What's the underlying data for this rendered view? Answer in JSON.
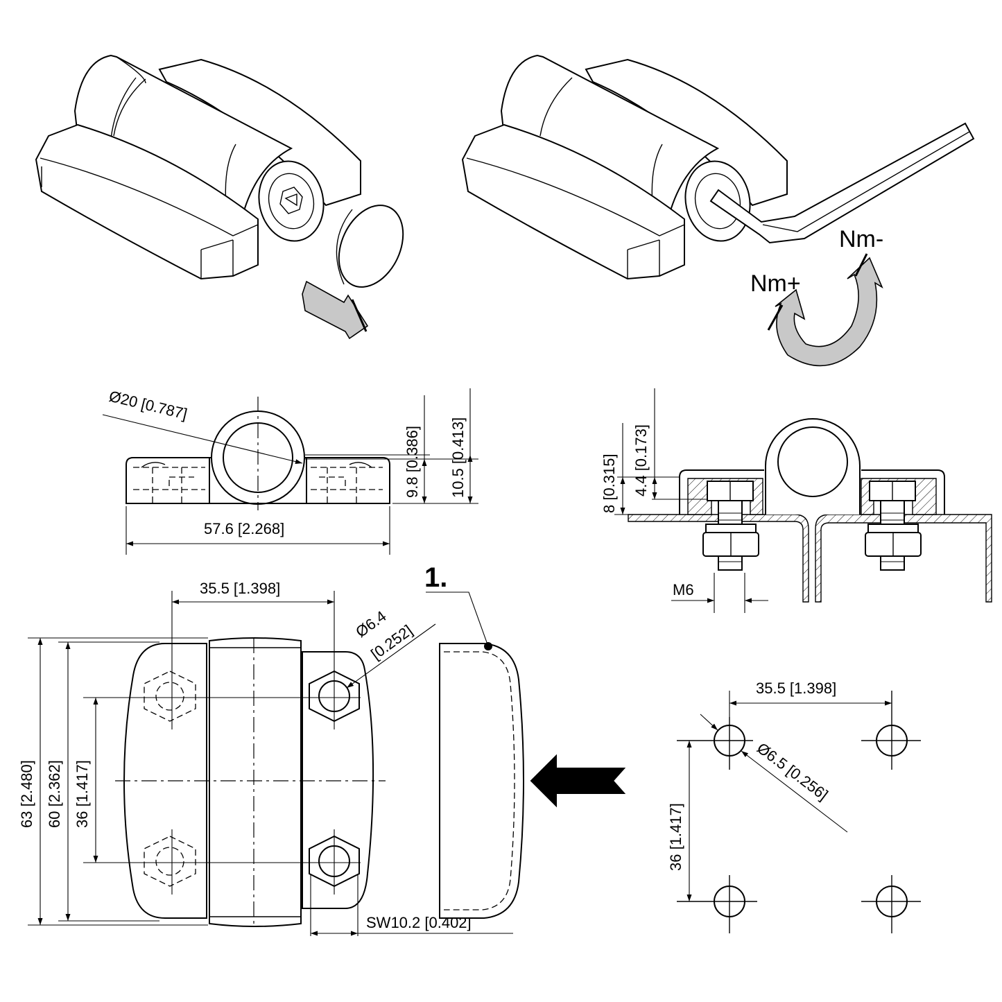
{
  "labels": {
    "torque_minus": "Nm-",
    "torque_plus": "Nm+",
    "callout_1": "1."
  },
  "dimensions": {
    "diameter_barrel": "Ø20 [0.787]",
    "height_9_8": "9.8 [0.386]",
    "height_10_5": "10.5 [0.413]",
    "width_57_6": "57.6 [2.268]",
    "height_8": "8 [0.315]",
    "height_4_4": "4.4 [0.173]",
    "thread_m6": "M6",
    "spacing_35_5_top": "35.5 [1.398]",
    "hole_6_4_a": "Ø6.4",
    "hole_6_4_b": "[0.252]",
    "height_63": "63 [2.480]",
    "height_60": "60 [2.362]",
    "height_36_left": "36 [1.417]",
    "wrench_sw": "SW10.2 [0.402]",
    "spacing_35_5_pattern": "35.5 [1.398]",
    "hole_6_5": "Ø6.5 [0.256]",
    "height_36_pattern": "36 [1.417]"
  }
}
